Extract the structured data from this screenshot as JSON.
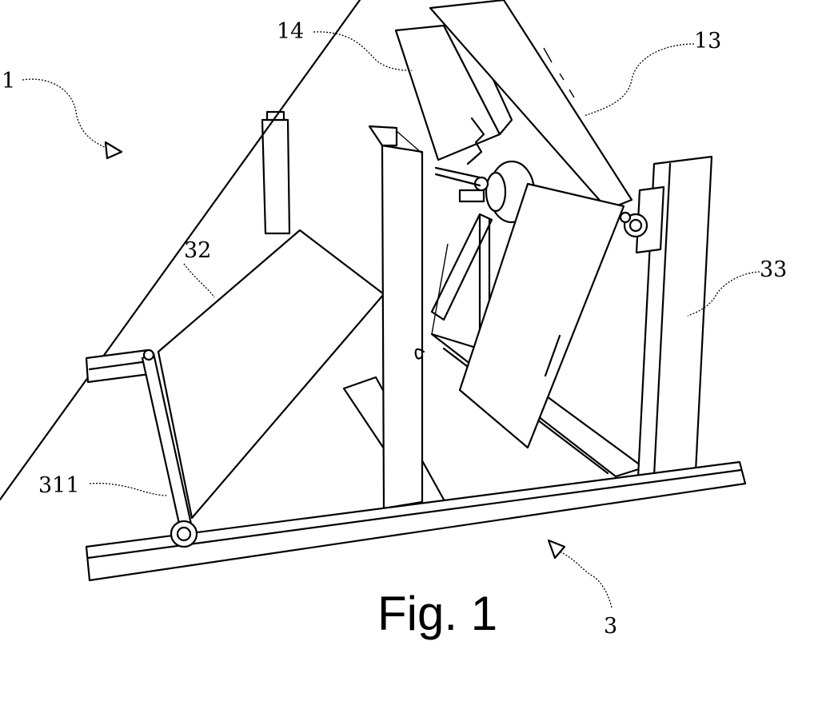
{
  "figure": {
    "caption": "Fig. 1",
    "reference_labels": {
      "assembly": "1",
      "frame": "3",
      "part_13": "13",
      "part_14": "14",
      "part_32": "32",
      "part_33": "33",
      "part_311": "311"
    }
  }
}
